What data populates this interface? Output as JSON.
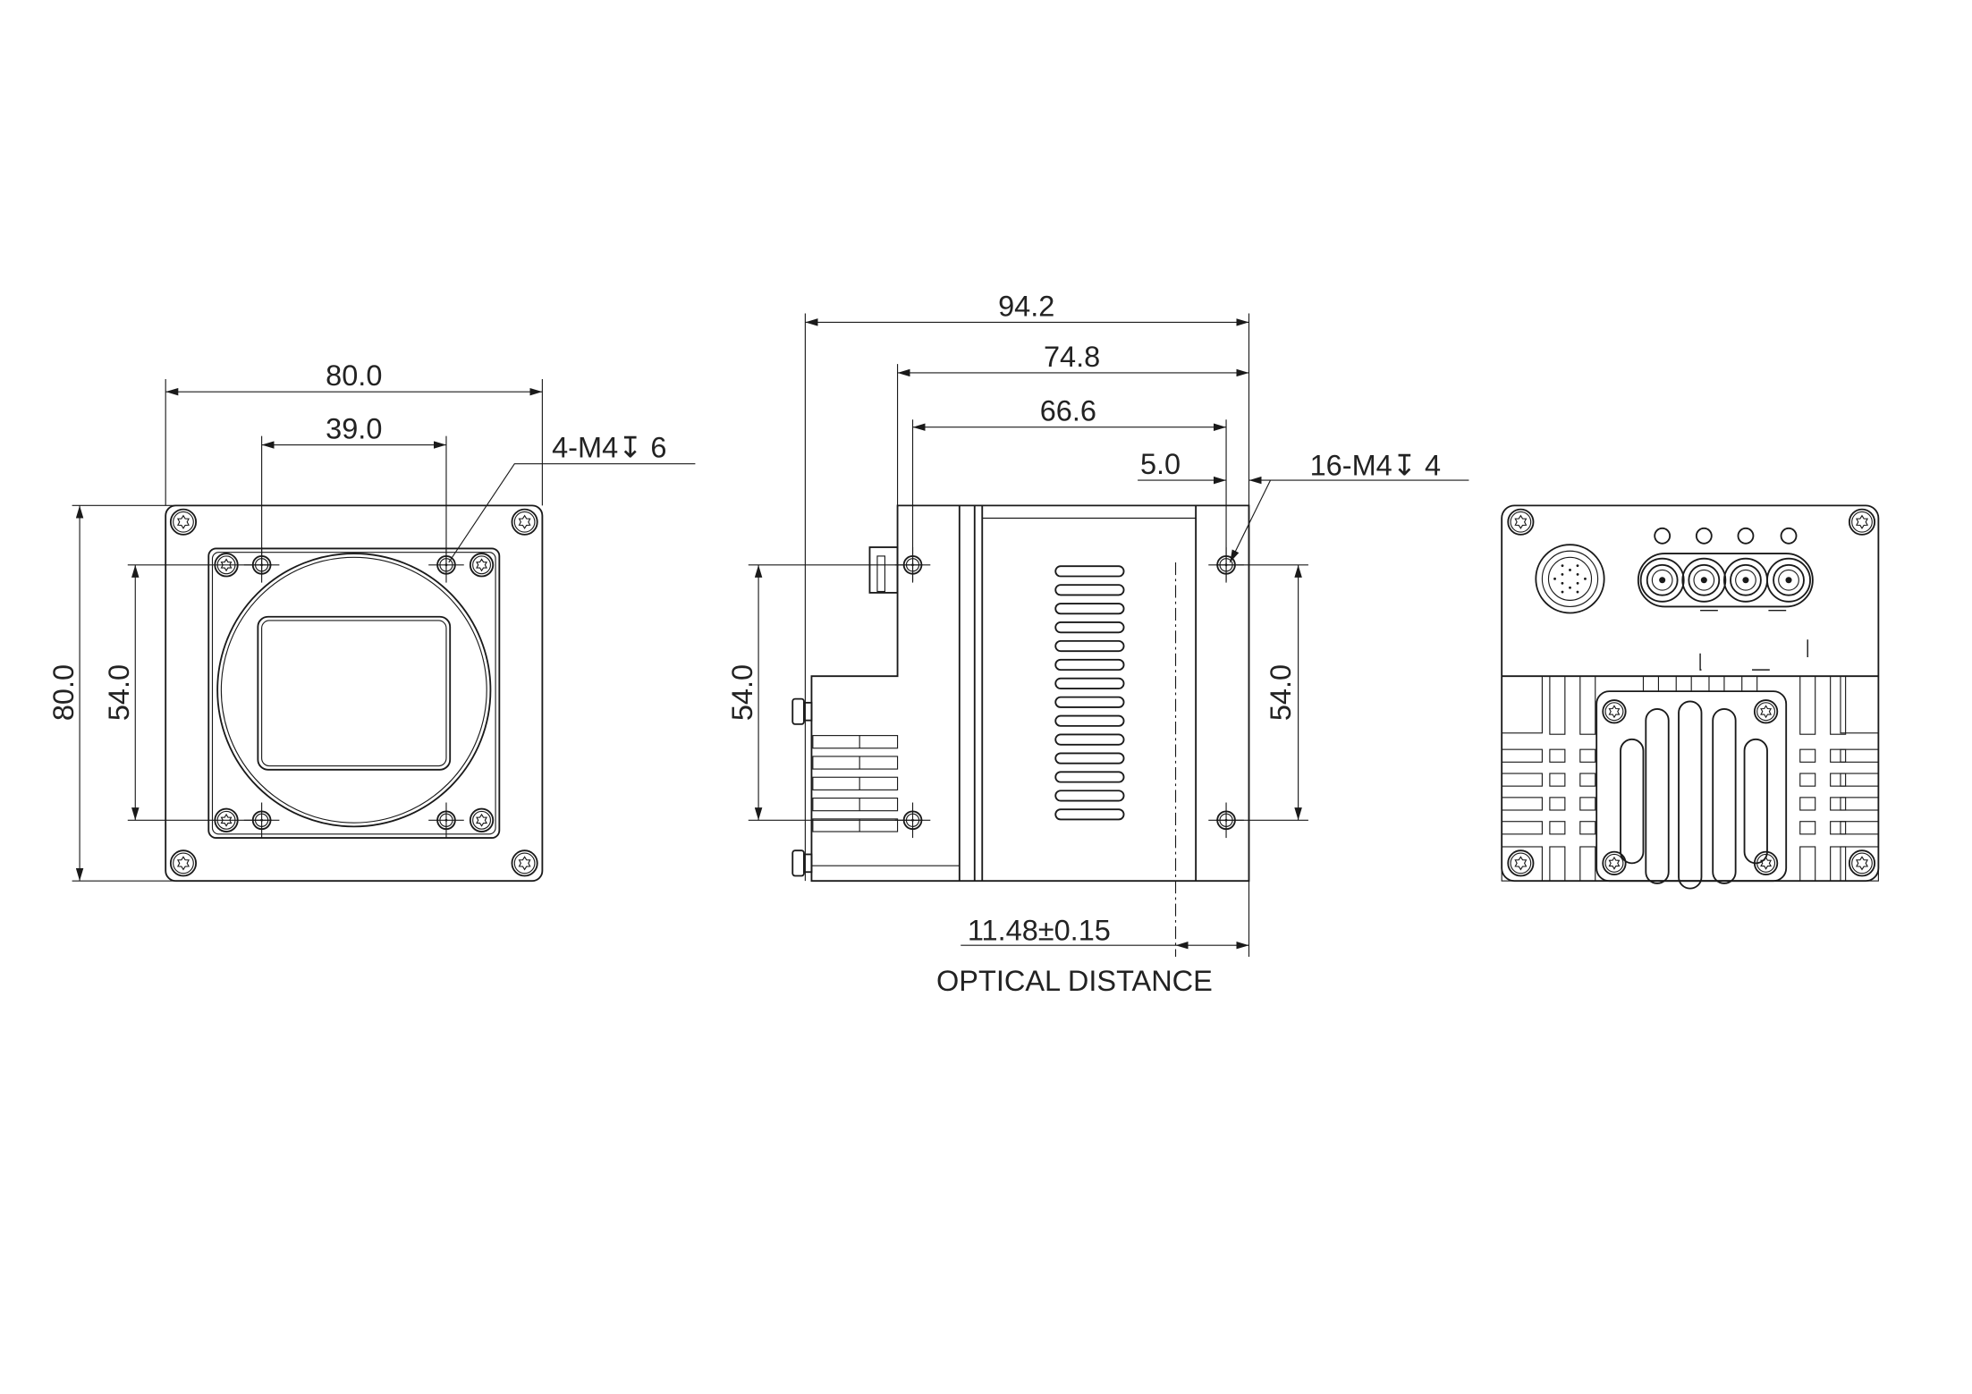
{
  "front_view": {
    "width_label": "80.0",
    "hole_spacing_label": "39.0",
    "thread_callout": "4-M4↧ 6",
    "height_label": "80.0",
    "hole_vertical_label": "54.0"
  },
  "side_view": {
    "overall_length_label": "94.2",
    "body_length_label": "74.8",
    "hole_spacing_label": "66.6",
    "edge_offset_label": "5.0",
    "thread_callout": "16-M4↧ 4",
    "left_vertical_label": "54.0",
    "right_vertical_label": "54.0",
    "optical_distance_value": "11.48±0.15",
    "optical_distance_caption": "OPTICAL DISTANCE"
  },
  "back_view": {
    "led_count": 4,
    "coax_count": 4
  }
}
